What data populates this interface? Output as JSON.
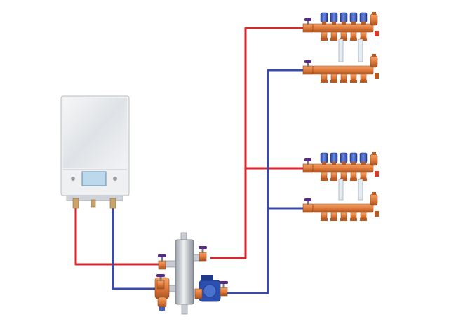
{
  "diagram": {
    "title": "",
    "colors": {
      "supply_pipe": "#d8262c",
      "return_pipe": "#3a4aa8",
      "brass": "#e07a3c",
      "brass_dark": "#b85a22",
      "valve_cap": "#3c5fc8",
      "valve_handle": "#5a2a8a",
      "boiler_body": "#eef0f2",
      "boiler_display": "#bcd8ec",
      "pump_blue": "#2a4fb0",
      "steel": "#c8ccd2"
    },
    "components": {
      "boiler": "wall-hung-boiler",
      "separator": "hydraulic-separator",
      "pump": "circulation-pump",
      "manifolds": [
        "manifold-zone-1",
        "manifold-zone-2"
      ]
    },
    "icons": {
      "boiler": "boiler-icon",
      "pump": "pump-icon",
      "valve": "ball-valve-icon",
      "manifold": "manifold-icon",
      "air_vent": "air-vent-icon"
    }
  }
}
